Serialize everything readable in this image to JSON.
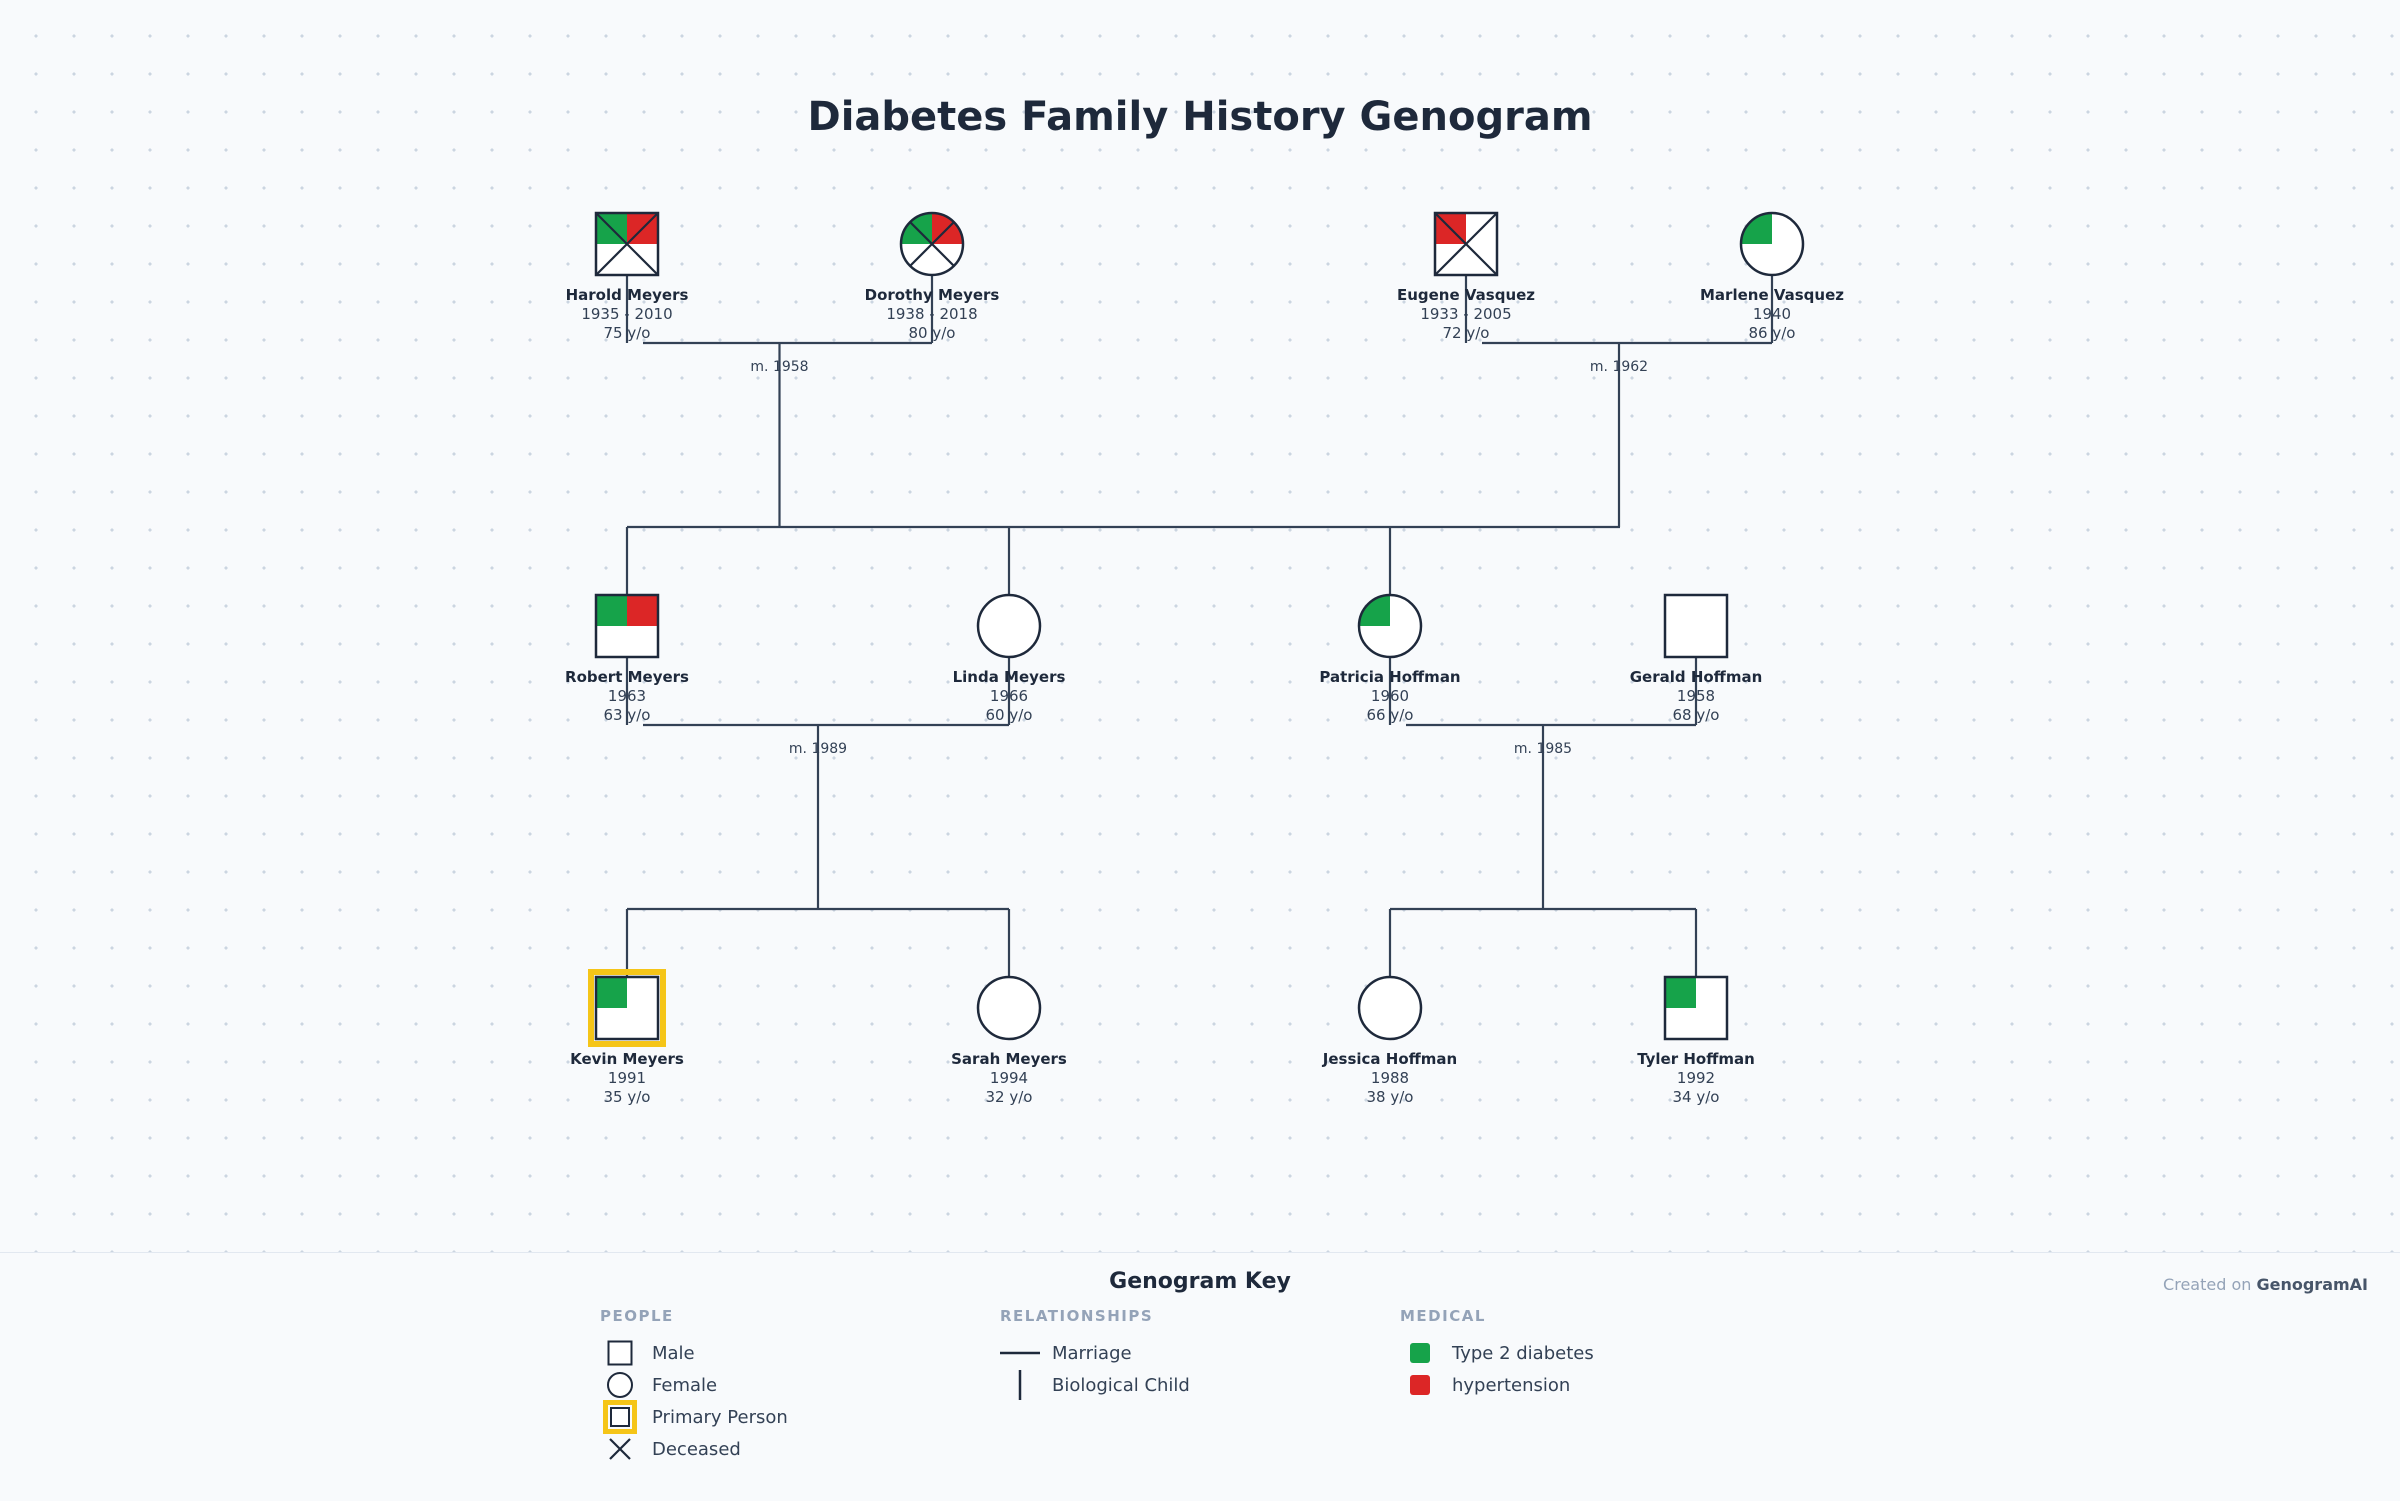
{
  "title": "Diabetes Family History Genogram",
  "colors": {
    "type2_diabetes": "#16a34a",
    "hypertension": "#dc2626",
    "primary_highlight": "#f5c518",
    "line": "#334155",
    "symbol_stroke": "#1e293b"
  },
  "people": [
    {
      "id": "harold",
      "name": "Harold Meyers",
      "sex": "male",
      "years": "1935 - 2010",
      "age": "75 y/o",
      "deceased": true,
      "primary": false,
      "conditions": [
        "type2_diabetes",
        "hypertension"
      ]
    },
    {
      "id": "dorothy",
      "name": "Dorothy Meyers",
      "sex": "female",
      "years": "1938 - 2018",
      "age": "80 y/o",
      "deceased": true,
      "primary": false,
      "conditions": [
        "type2_diabetes",
        "hypertension"
      ]
    },
    {
      "id": "eugene",
      "name": "Eugene Vasquez",
      "sex": "male",
      "years": "1933 - 2005",
      "age": "72 y/o",
      "deceased": true,
      "primary": false,
      "conditions": [
        "hypertension"
      ]
    },
    {
      "id": "marlene",
      "name": "Marlene Vasquez",
      "sex": "female",
      "years": "1940",
      "age": "86 y/o",
      "deceased": false,
      "primary": false,
      "conditions": [
        "type2_diabetes"
      ]
    },
    {
      "id": "robert",
      "name": "Robert Meyers",
      "sex": "male",
      "years": "1963",
      "age": "63 y/o",
      "deceased": false,
      "primary": false,
      "conditions": [
        "type2_diabetes",
        "hypertension"
      ]
    },
    {
      "id": "linda",
      "name": "Linda Meyers",
      "sex": "female",
      "years": "1966",
      "age": "60 y/o",
      "deceased": false,
      "primary": false,
      "conditions": []
    },
    {
      "id": "patricia",
      "name": "Patricia Hoffman",
      "sex": "female",
      "years": "1960",
      "age": "66 y/o",
      "deceased": false,
      "primary": false,
      "conditions": [
        "type2_diabetes"
      ]
    },
    {
      "id": "gerald",
      "name": "Gerald Hoffman",
      "sex": "male",
      "years": "1958",
      "age": "68 y/o",
      "deceased": false,
      "primary": false,
      "conditions": []
    },
    {
      "id": "kevin",
      "name": "Kevin Meyers",
      "sex": "male",
      "years": "1991",
      "age": "35 y/o",
      "deceased": false,
      "primary": true,
      "conditions": [
        "type2_diabetes"
      ]
    },
    {
      "id": "sarah",
      "name": "Sarah Meyers",
      "sex": "female",
      "years": "1994",
      "age": "32 y/o",
      "deceased": false,
      "primary": false,
      "conditions": []
    },
    {
      "id": "jessica",
      "name": "Jessica Hoffman",
      "sex": "female",
      "years": "1988",
      "age": "38 y/o",
      "deceased": false,
      "primary": false,
      "conditions": []
    },
    {
      "id": "tyler",
      "name": "Tyler Hoffman",
      "sex": "male",
      "years": "1992",
      "age": "34 y/o",
      "deceased": false,
      "primary": false,
      "conditions": [
        "type2_diabetes"
      ]
    }
  ],
  "marriages": [
    {
      "partners": [
        "harold",
        "dorothy"
      ],
      "label": "m. 1958"
    },
    {
      "partners": [
        "eugene",
        "marlene"
      ],
      "label": "m. 1962"
    },
    {
      "partners": [
        "robert",
        "linda"
      ],
      "label": "m. 1989"
    },
    {
      "partners": [
        "patricia",
        "gerald"
      ],
      "label": "m. 1985"
    }
  ],
  "legend": {
    "title": "Genogram Key",
    "credit_prefix": "Created on",
    "credit_brand": "GenogramAI",
    "people": {
      "heading": "PEOPLE",
      "items": [
        {
          "icon": "male-square-icon",
          "label": "Male"
        },
        {
          "icon": "female-circle-icon",
          "label": "Female"
        },
        {
          "icon": "primary-person-icon",
          "label": "Primary Person"
        },
        {
          "icon": "deceased-x-icon",
          "label": "Deceased"
        }
      ]
    },
    "relationships": {
      "heading": "RELATIONSHIPS",
      "items": [
        {
          "icon": "marriage-line-icon",
          "label": "Marriage"
        },
        {
          "icon": "child-line-icon",
          "label": "Biological Child"
        }
      ]
    },
    "medical": {
      "heading": "MEDICAL",
      "items": [
        {
          "icon": "diabetes-swatch-icon",
          "label": "Type 2 diabetes"
        },
        {
          "icon": "hypertension-swatch-icon",
          "label": "hypertension"
        }
      ]
    }
  }
}
